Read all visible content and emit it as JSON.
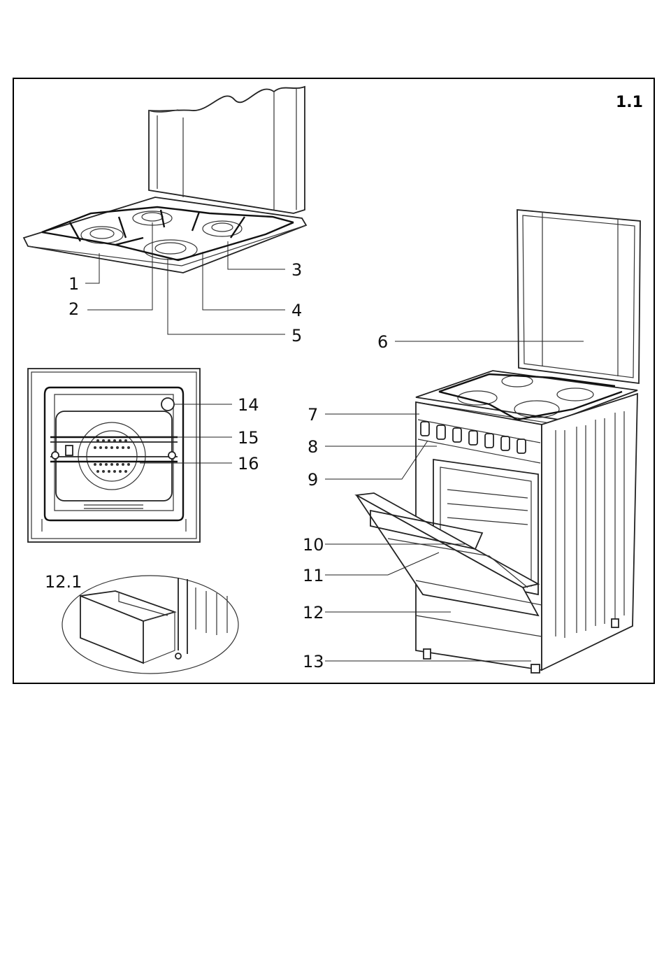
{
  "figure": {
    "number": "1.1"
  },
  "labels": {
    "l1": "1",
    "l2": "2",
    "l3": "3",
    "l4": "4",
    "l5": "5",
    "l6": "6",
    "l7": "7",
    "l8": "8",
    "l9": "9",
    "l10": "10",
    "l11": "11",
    "l12": "12",
    "l12_1": "12.1",
    "l13": "13",
    "l14": "14",
    "l15": "15",
    "l16": "16"
  }
}
